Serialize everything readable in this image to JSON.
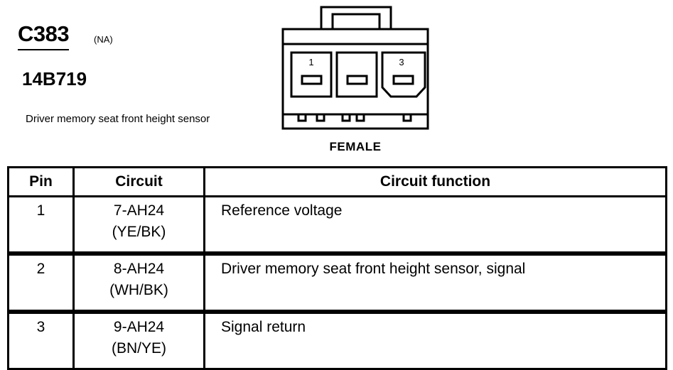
{
  "header": {
    "connector_id": "C383",
    "market": "(NA)",
    "part_number": "14B719",
    "description": "Driver memory seat front height sensor"
  },
  "connector": {
    "pin_labels": [
      "1",
      "",
      "3"
    ],
    "gender": "FEMALE"
  },
  "table": {
    "headers": {
      "pin": "Pin",
      "circuit": "Circuit",
      "function": "Circuit function"
    },
    "rows": [
      {
        "pin": "1",
        "circuit": "7-AH24",
        "color": "(YE/BK)",
        "function": "Reference voltage"
      },
      {
        "pin": "2",
        "circuit": "8-AH24",
        "color": "(WH/BK)",
        "function": "Driver memory seat front height sensor, signal"
      },
      {
        "pin": "3",
        "circuit": "9-AH24",
        "color": "(BN/YE)",
        "function": "Signal return"
      }
    ]
  }
}
